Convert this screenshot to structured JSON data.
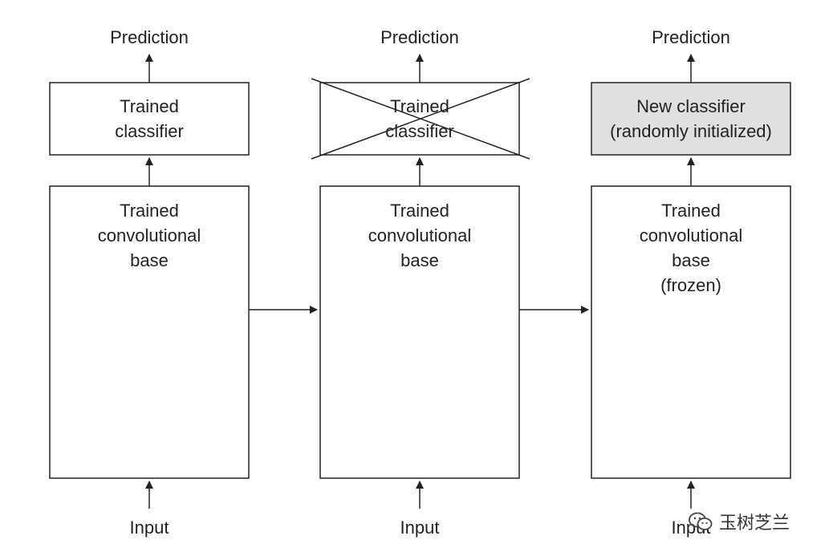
{
  "columns": [
    {
      "prediction": "Prediction",
      "classifier": [
        "Trained",
        "classifier"
      ],
      "base": [
        "Trained",
        "convolutional",
        "base"
      ],
      "input": "Input"
    },
    {
      "prediction": "Prediction",
      "classifier": [
        "Trained",
        "classifier"
      ],
      "base": [
        "Trained",
        "convolutional",
        "base"
      ],
      "input": "Input"
    },
    {
      "prediction": "Prediction",
      "classifier": [
        "New classifier",
        "(randomly initialized)"
      ],
      "base": [
        "Trained",
        "convolutional",
        "base",
        "(frozen)"
      ],
      "input": "Input"
    }
  ],
  "watermark": {
    "icon": "wechat-icon",
    "text": "玉树芝兰"
  },
  "colors": {
    "line": "#222222",
    "new_classifier_fill": "#e0e0e0"
  }
}
